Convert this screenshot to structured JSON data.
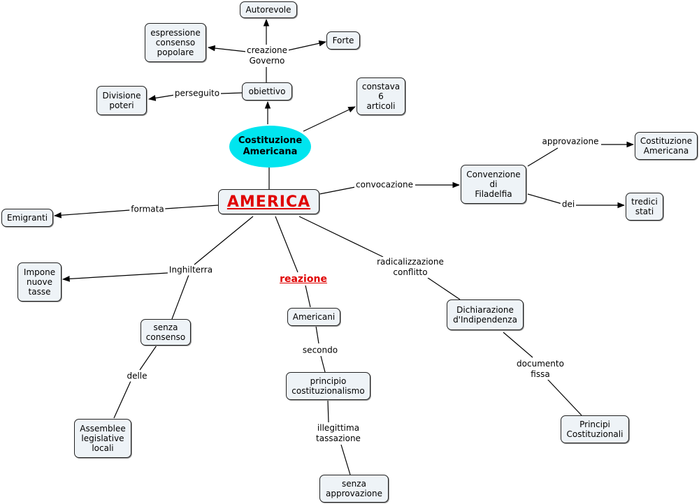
{
  "nodes": {
    "autorevole": "Autorevole",
    "espressione": "espressione\nconsenso\npopolare",
    "forte": "Forte",
    "divisione": "Divisione\npoteri",
    "obiettivo": "obiettivo",
    "constava": "constava\n6\narticoli",
    "costituzione_center": "Costituzione\nAmericana",
    "america": "AMERICA",
    "costituzione_right": "Costituzione\nAmericana",
    "convenzione": "Convenzione\ndi\nFiladelfia",
    "tredici": "tredici\nstati",
    "emigranti": "Emigranti",
    "impone": "Impone\nnuove\ntasse",
    "senza_consenso": "senza\nconsenso",
    "assemblee": "Assemblee\nlegislative\nlocali",
    "americani": "Americani",
    "principio": "principio\ncostituzionalismo",
    "senza_approvazione": "senza\napprovazione",
    "dichiarazione": "Dichiarazione\nd'Indipendenza",
    "principi": "Principi\nCostituzionali"
  },
  "labels": {
    "creazione": "creazione\nGoverno",
    "perseguito": "perseguito",
    "approvazione": "approvazione",
    "convocazione": "convocazione",
    "dei": "dei",
    "formata": "formata",
    "inghilterra": "Inghilterra",
    "reazione": "reazione",
    "radicalizzazione": "radicalizzazione\nconflitto",
    "delle": "delle",
    "secondo": "secondo",
    "illegittima": "illegittima\ntassazione",
    "documento": "documento\nfissa"
  },
  "colors": {
    "ellipse": "#00e5ef",
    "node_bg": "#eef3f7",
    "accent_red": "#e00000"
  }
}
